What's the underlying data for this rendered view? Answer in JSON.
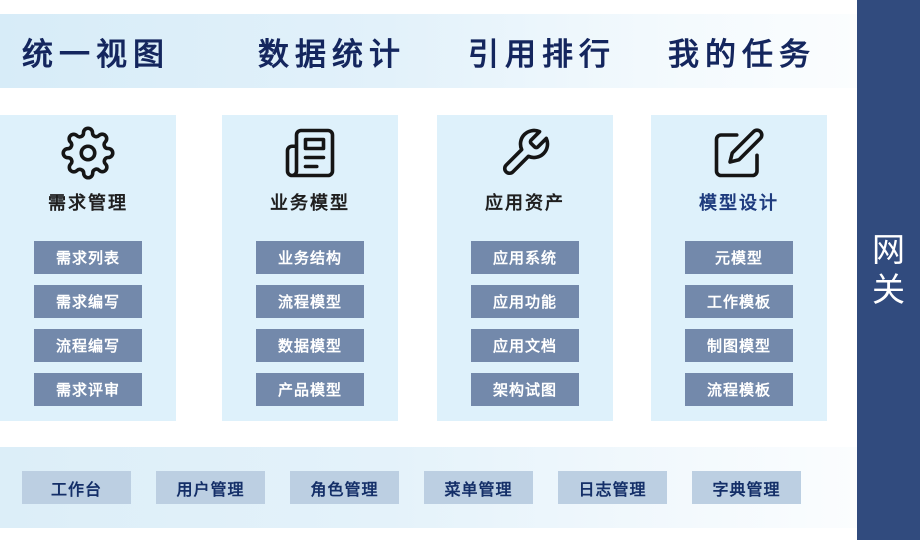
{
  "header": {
    "tabs": [
      {
        "label": "统一视图"
      },
      {
        "label": "数据统计"
      },
      {
        "label": "引用排行"
      },
      {
        "label": "我的任务"
      }
    ]
  },
  "cards": [
    {
      "icon": "gear-icon",
      "title": "需求管理",
      "buttons": [
        "需求列表",
        "需求编写",
        "流程编写",
        "需求评审"
      ]
    },
    {
      "icon": "newspaper-icon",
      "title": "业务模型",
      "buttons": [
        "业务结构",
        "流程模型",
        "数据模型",
        "产品模型"
      ]
    },
    {
      "icon": "wrench-icon",
      "title": "应用资产",
      "buttons": [
        "应用系统",
        "应用功能",
        "应用文档",
        "架构试图"
      ]
    },
    {
      "icon": "edit-icon",
      "title": "模型设计",
      "buttons": [
        "元模型",
        "工作模板",
        "制图模型",
        "流程模板"
      ]
    }
  ],
  "bottom_bar": {
    "buttons": [
      "工作台",
      "用户管理",
      "角色管理",
      "菜单管理",
      "日志管理",
      "字典管理"
    ]
  },
  "gateway": {
    "label": "网关",
    "chars": [
      "网",
      "关"
    ]
  },
  "colors": {
    "header_band_start": "#d7ecf8",
    "header_band_end": "#fbfdfe",
    "header_text": "#14265e",
    "card_bg": "#def1fb",
    "card_title_default": "#1f1f1f",
    "card_title_accent": "#1e3b7e",
    "card_button_bg": "#7389ab",
    "card_button_text": "#ffffff",
    "bottom_band": "#dceef8",
    "bottom_button_bg": "#bccfe2",
    "bottom_button_text": "#142f68",
    "sidebar_bg": "#314b7e",
    "sidebar_text": "#ffffff",
    "icon_color": "#151515"
  }
}
